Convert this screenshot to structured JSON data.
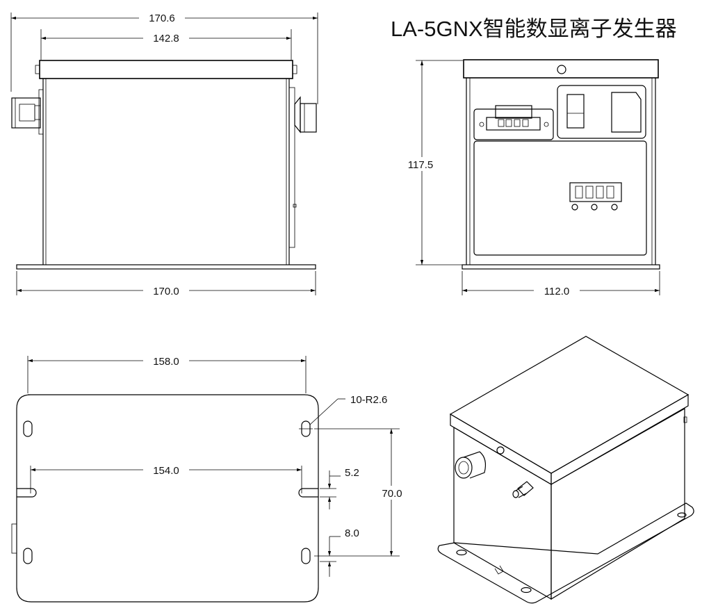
{
  "title": "LA-5GNX智能数显离子发生器",
  "dimensions": {
    "overall_top_width": "170.6",
    "top_plate_width": "142.8",
    "base_width": "170.0",
    "height": "117.5",
    "depth": "112.0",
    "hole_span": "158.0",
    "slot_span": "154.0",
    "hole_spec": "10-R2.6",
    "slot_width": "5.2",
    "hole_pitch": "70.0",
    "edge_offset": "8.0"
  }
}
